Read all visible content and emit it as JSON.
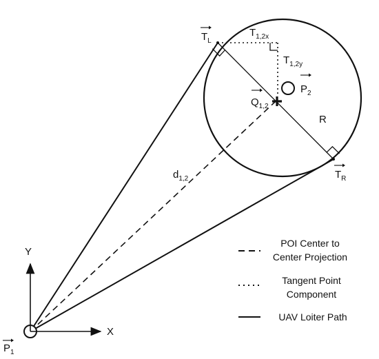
{
  "labels": {
    "tl": {
      "main": "T",
      "sub": "L"
    },
    "tr": {
      "main": "T",
      "sub": "R"
    },
    "p2": {
      "main": "P",
      "sub": "2"
    },
    "p1": {
      "main": "P",
      "sub": "1"
    },
    "q": {
      "main": "Q",
      "sub": "1,2"
    },
    "t12x": {
      "main": "T",
      "sub": "1,2x"
    },
    "t12y": {
      "main": "T",
      "sub": "1,2y"
    },
    "r": "R",
    "d": {
      "main": "d",
      "sub": "1,2"
    },
    "axis_x": "X",
    "axis_y": "Y"
  },
  "legend": [
    {
      "line1": "POI Center to",
      "line2": "Center Projection",
      "style": "dashed"
    },
    {
      "line1": "Tangent Point",
      "line2": "Component",
      "style": "dotted"
    },
    {
      "line1": "UAV Loiter Path",
      "line2": "",
      "style": "solid"
    }
  ]
}
